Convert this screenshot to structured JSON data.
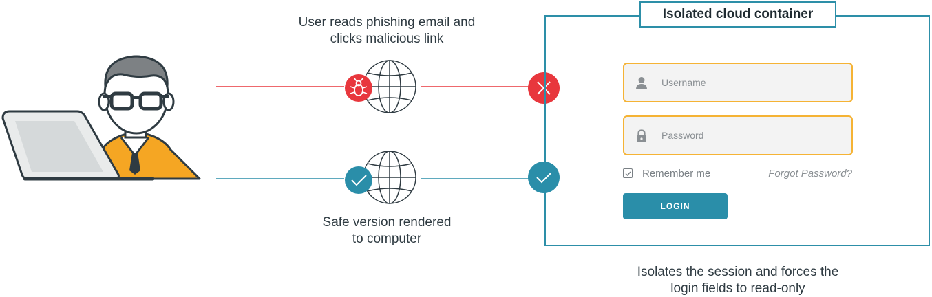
{
  "captions": {
    "top": [
      "User reads phishing email and",
      "clicks malicious link"
    ],
    "bottom": [
      "Safe version rendered",
      "to computer"
    ],
    "right": [
      "Isolates the session and forces the",
      "login fields to read-only"
    ]
  },
  "container": {
    "title": "Isolated cloud container"
  },
  "login_form": {
    "username_label": "Username",
    "password_label": "Password",
    "remember_label": "Remember me",
    "forgot_label": "Forgot Password?",
    "login_label": "LOGIN"
  },
  "colors": {
    "danger": "#e8373d",
    "safe": "#2a8ea9",
    "field_border": "#f5b335",
    "shirt": "#f5a623",
    "dark": "#2f3b42"
  }
}
